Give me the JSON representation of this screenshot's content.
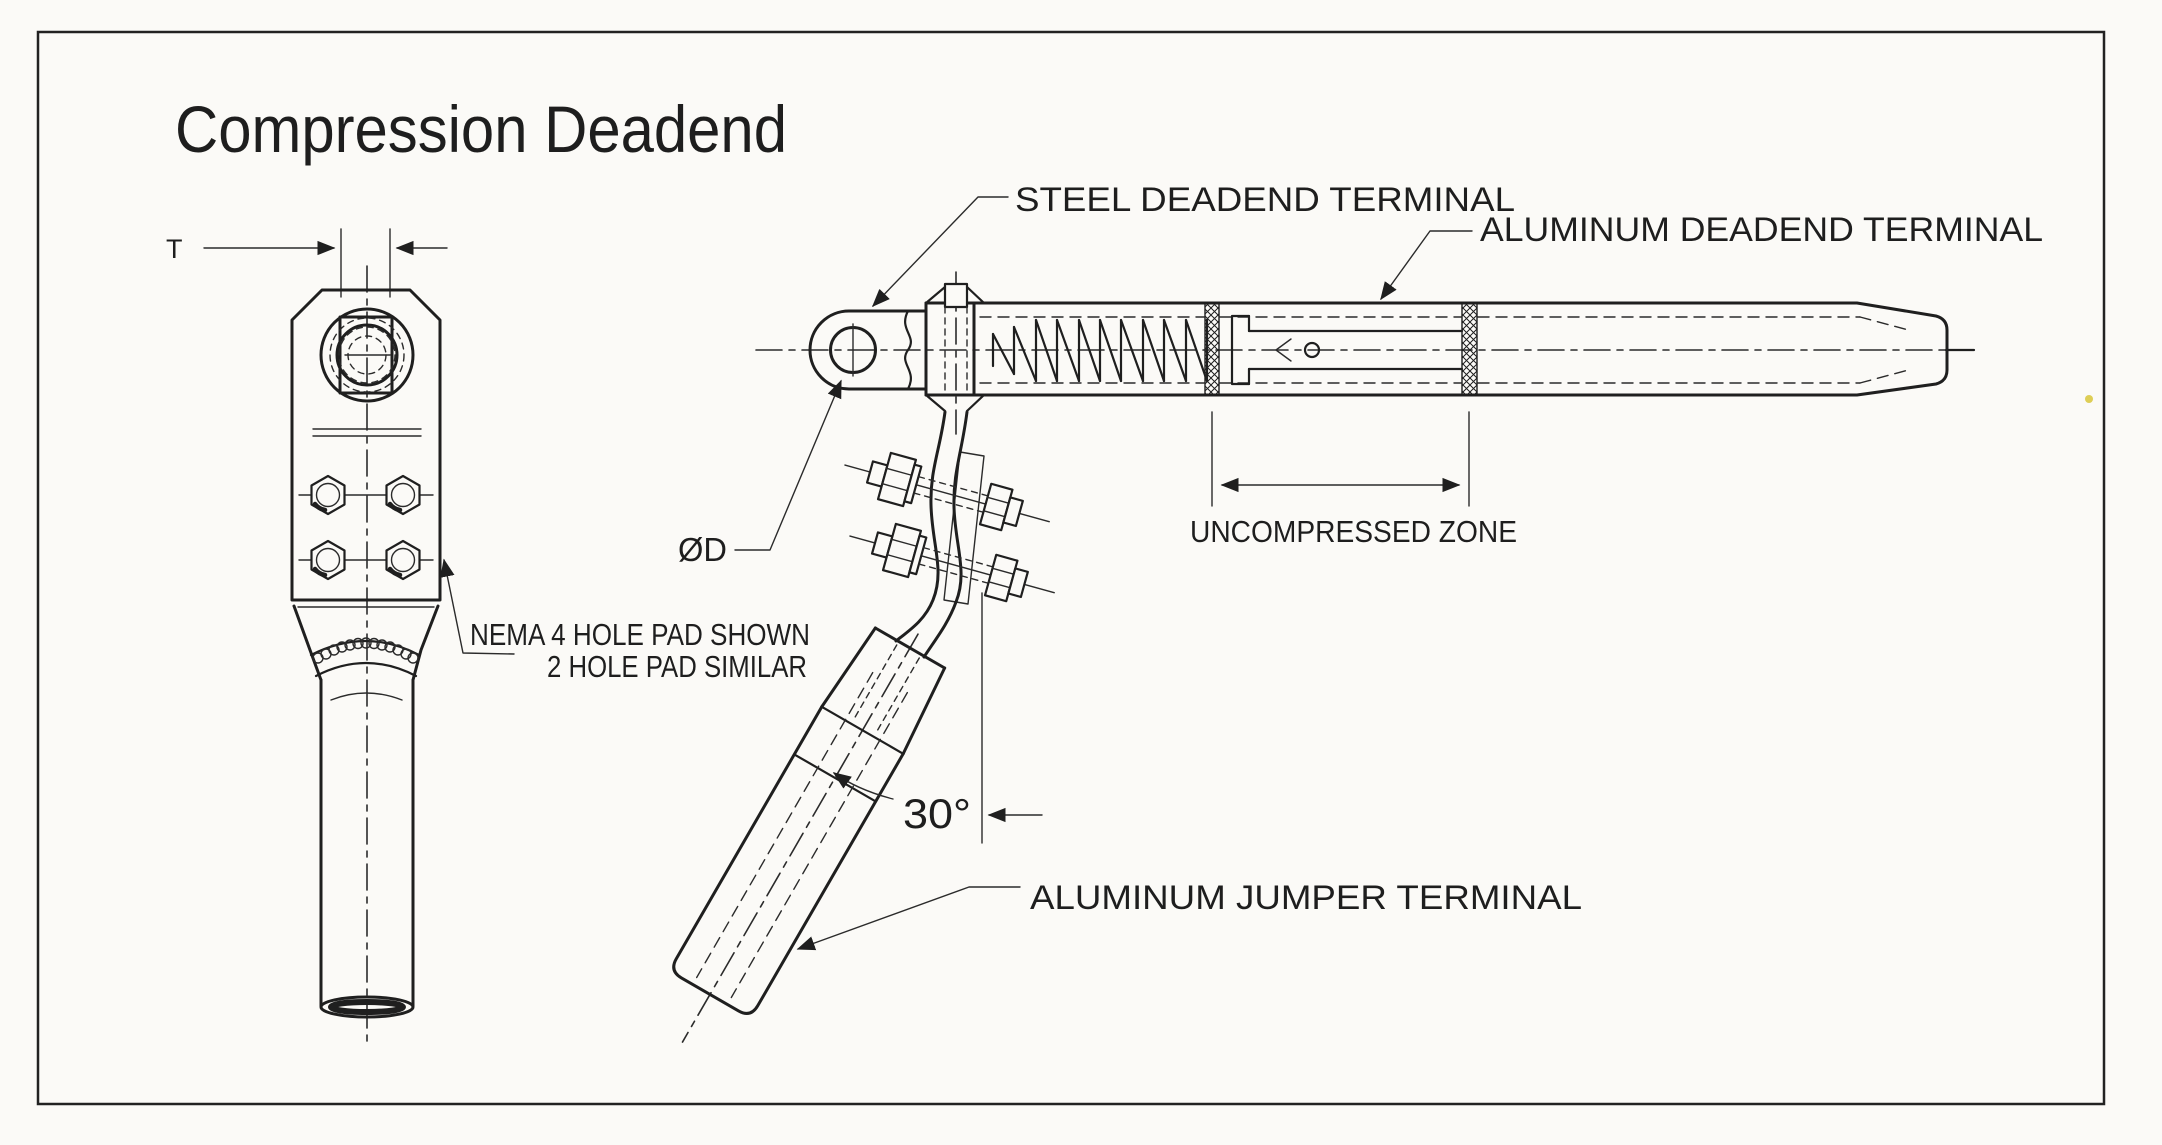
{
  "title": "Compression Deadend",
  "colors": {
    "ink": "#1f1f1f",
    "paper": "#fbfaf7",
    "scan_artifact": "#d8c53a"
  },
  "front_view": {
    "dim_thickness_label": "T",
    "nema_note_line1": "NEMA 4 HOLE PAD SHOWN",
    "nema_note_line2": "2 HOLE PAD SIMILAR"
  },
  "side_view": {
    "steel_terminal_label": "STEEL DEADEND TERMINAL",
    "aluminum_terminal_label": "ALUMINUM DEADEND TERMINAL",
    "jumper_terminal_label": "ALUMINUM JUMPER TERMINAL",
    "uncompressed_zone_label": "UNCOMPRESSED ZONE",
    "hole_diameter_label": "ØD",
    "jumper_angle_label": "30°"
  }
}
